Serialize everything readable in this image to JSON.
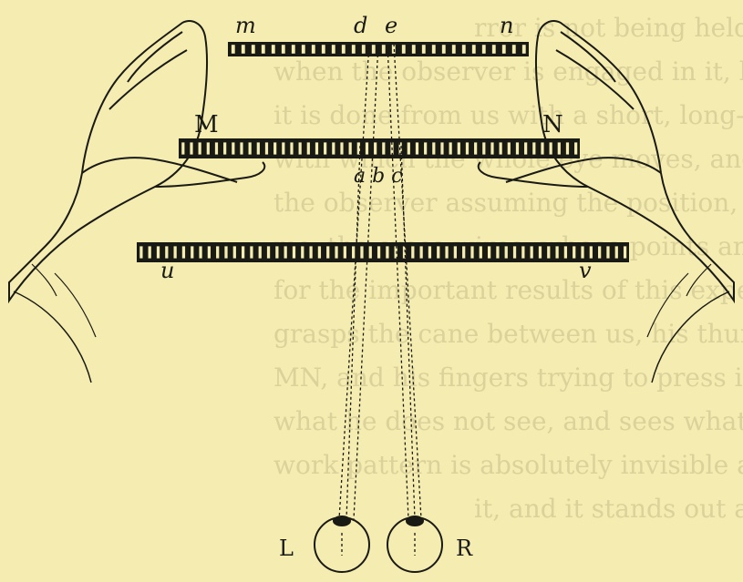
{
  "labels": {
    "top_m": "m",
    "top_d": "d",
    "top_e": "e",
    "top_n": "n",
    "middle_M": "M",
    "middle_N": "N",
    "middle_abc": "a b c",
    "bottom_u": "u",
    "bottom_v": "v",
    "eye_L": "L",
    "eye_R": "R"
  },
  "bleed_lines": [
    "rror is not being held in its place, the trellis broken b",
    "when the observer is engaged in it, before it",
    "it is done from us with a short, long-fin",
    "with which the whole eye moves, and",
    "the observer assuming the position, he draws",
    "ms, the cross wires, whose points and pass",
    "for the important results of this experiment.",
    "grasps the cane between us, his thumbs placed",
    "MN, and his fingers trying to press it to his wi",
    "what he does not see, and sees what he does not",
    "work pattern is absolutely invisible as seen, while",
    "it, and it stands out as in the figure may be p"
  ],
  "colors": {
    "paper": "#f4ecb0",
    "ink": "#1a1a14",
    "bleed": "#c7bd8a"
  }
}
